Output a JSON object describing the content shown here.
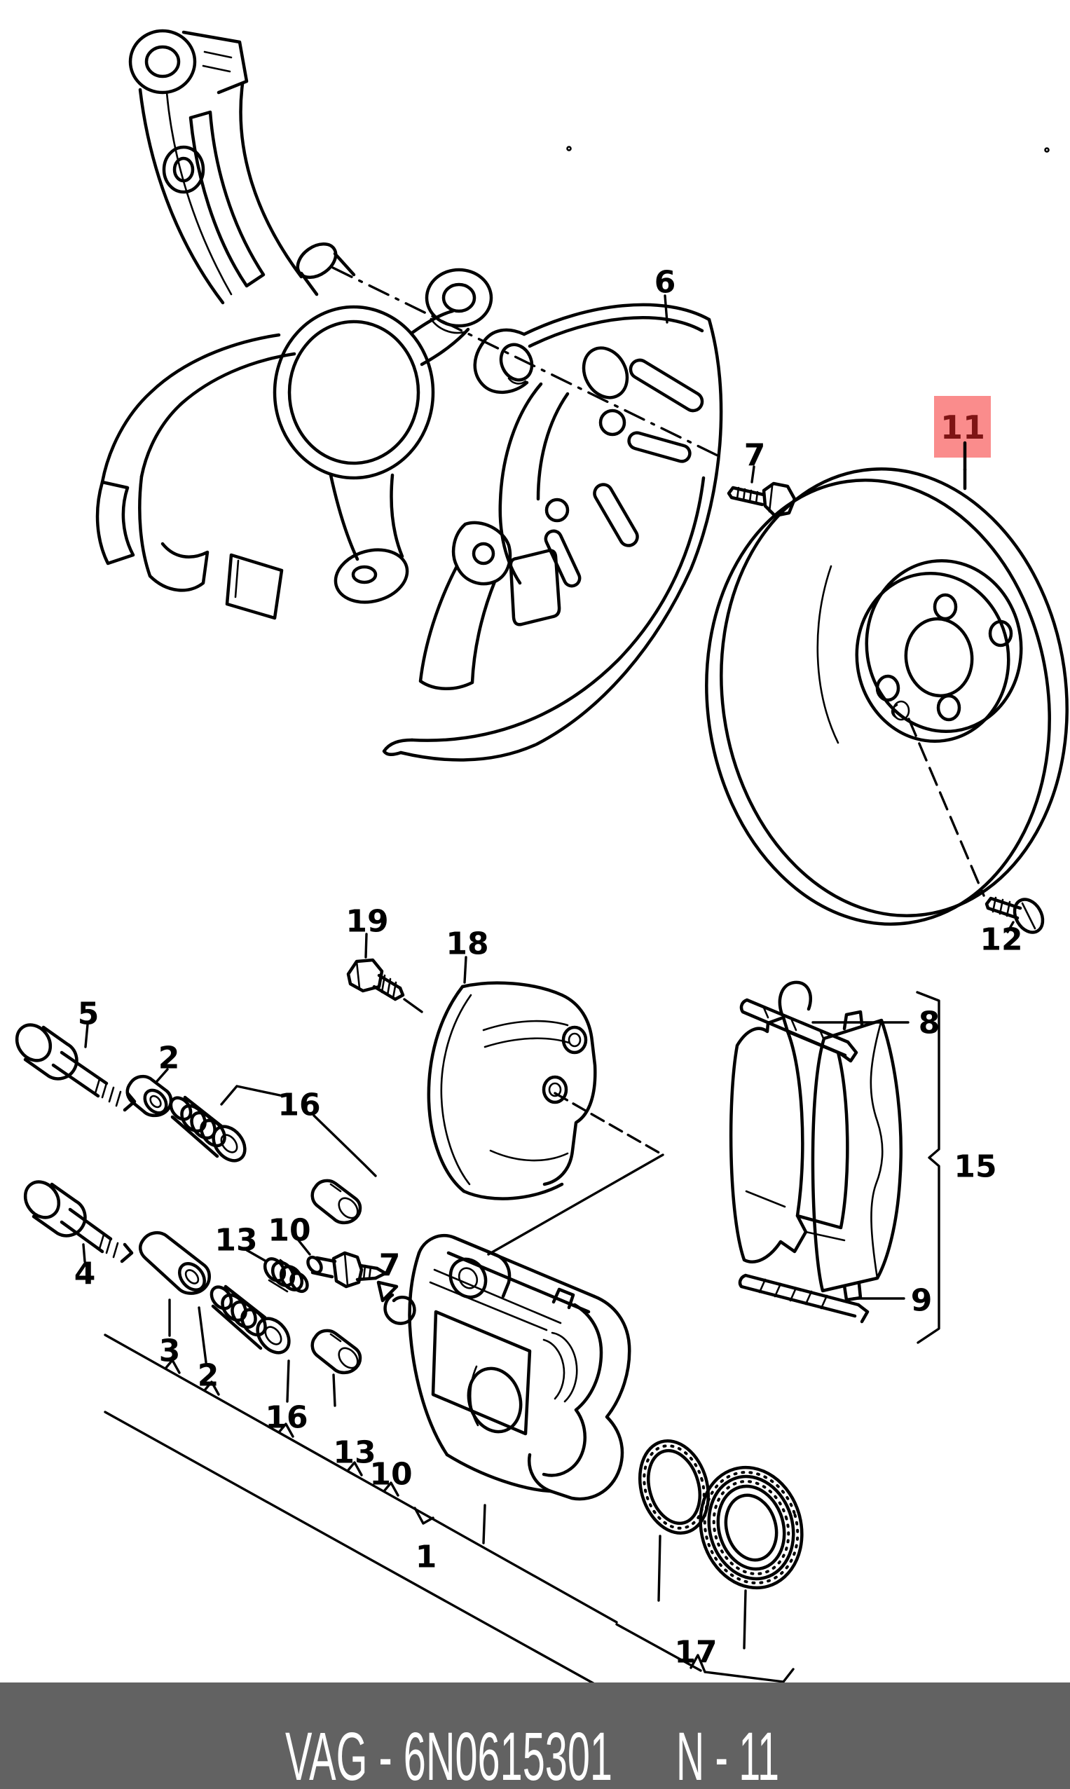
{
  "diagram": {
    "type": "exploded-parts-diagram",
    "subject": "front brake caliper, brake disc, splash shield and knuckle",
    "line_color": "#000000",
    "background_color": "#ffffff"
  },
  "highlight": {
    "label": "11",
    "box_color": "#fa8c8c",
    "text_color": "#7e1414"
  },
  "callouts": [
    {
      "label": "6"
    },
    {
      "label": "7"
    },
    {
      "label": "12"
    },
    {
      "label": "19"
    },
    {
      "label": "18"
    },
    {
      "label": "5"
    },
    {
      "label": "2"
    },
    {
      "label": "16"
    },
    {
      "label": "13"
    },
    {
      "label": "10"
    },
    {
      "label": "7"
    },
    {
      "label": "4"
    },
    {
      "label": "2"
    },
    {
      "label": "3"
    },
    {
      "label": "16"
    },
    {
      "label": "13"
    },
    {
      "label": "10"
    },
    {
      "label": "1"
    },
    {
      "label": "17"
    },
    {
      "label": "8"
    },
    {
      "label": "15"
    },
    {
      "label": "9"
    },
    {
      "label": "11"
    }
  ],
  "footer": {
    "catalog_code": "VAG - 6N0615301",
    "page_code": "N - 11",
    "bar_color": "#626262",
    "text_color": "#ffffff"
  }
}
